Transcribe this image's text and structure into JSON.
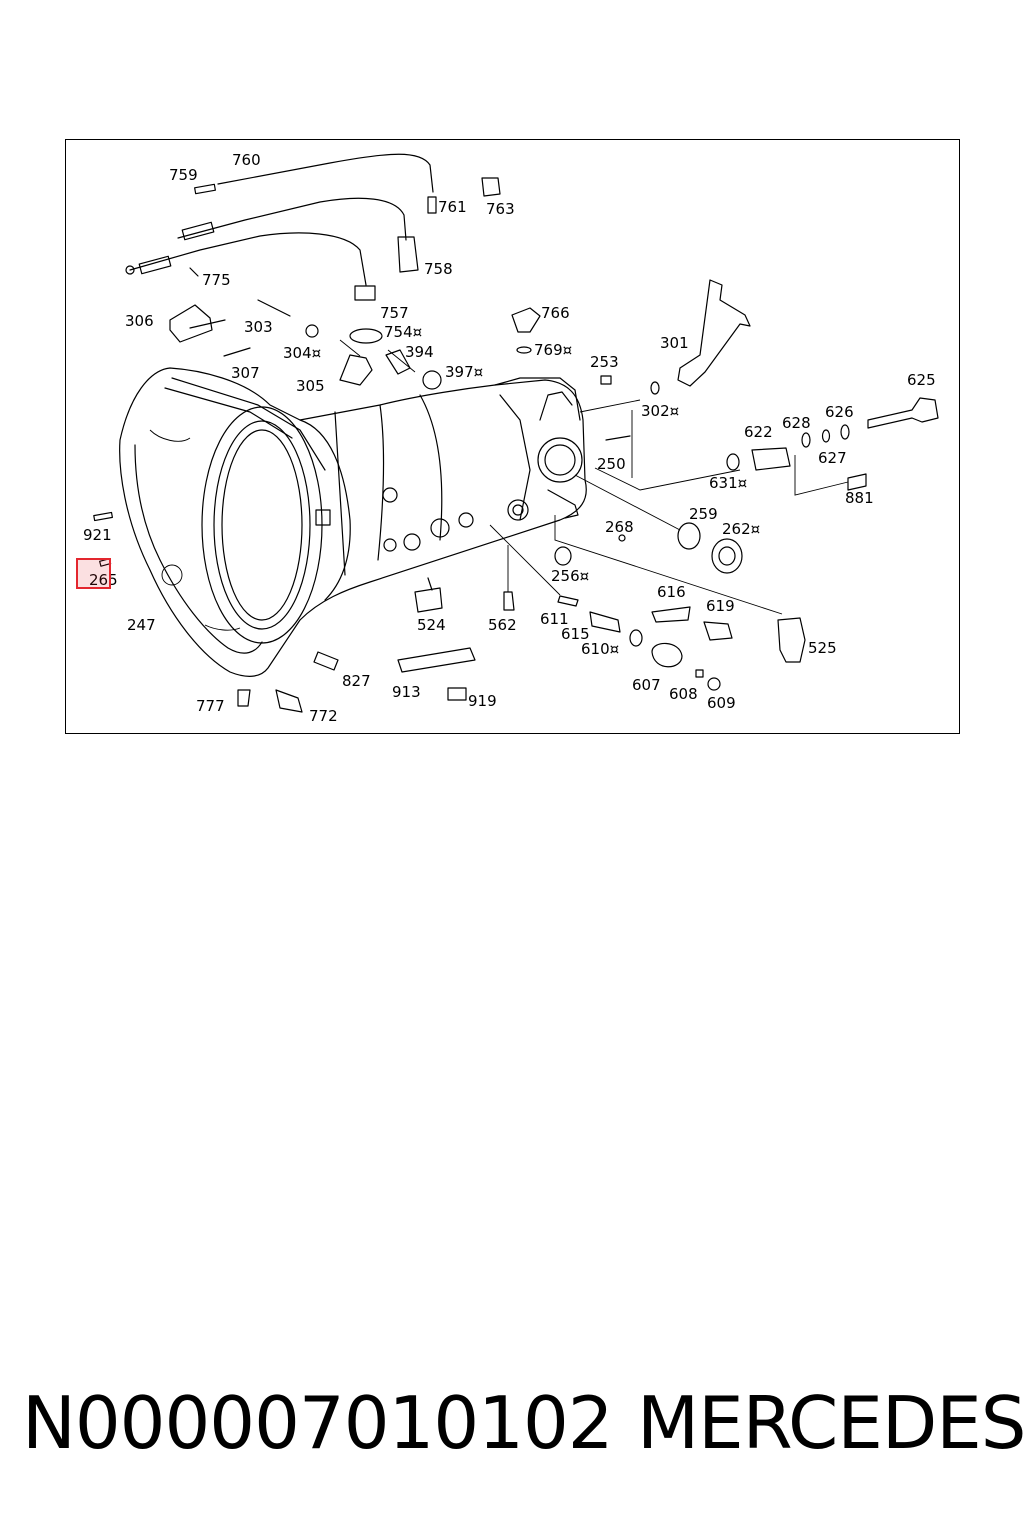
{
  "diagram": {
    "labels": {
      "l760": "760",
      "l759": "759",
      "l761": "761",
      "l763": "763",
      "l758": "758",
      "l775": "775",
      "l757": "757",
      "l306": "306",
      "l303": "303",
      "l754": "754¤",
      "l766": "766",
      "l304": "304¤",
      "l394": "394",
      "l769": "769¤",
      "l301": "301",
      "l307": "307",
      "l305": "305",
      "l397": "397¤",
      "l253": "253",
      "l625": "625",
      "l302": "302¤",
      "l626": "626",
      "l628": "628",
      "l622": "622",
      "l627": "627",
      "l250": "250",
      "l631": "631¤",
      "l881": "881",
      "l921": "921",
      "l259": "259",
      "l268": "268",
      "l262": "262¤",
      "l265": "265",
      "l256": "256¤",
      "l616": "616",
      "l619": "619",
      "l247": "247",
      "l524": "524",
      "l562": "562",
      "l611": "611",
      "l615": "615",
      "l610": "610¤",
      "l525": "525",
      "l827": "827",
      "l607": "607",
      "l913": "913",
      "l608": "608",
      "l609": "609",
      "l919": "919",
      "l777": "777",
      "l772": "772"
    },
    "highlighted_part": "265",
    "highlight_color": "#e3262e"
  },
  "footer": {
    "part_number": "N000007010102",
    "brand": "MERCEDES"
  }
}
